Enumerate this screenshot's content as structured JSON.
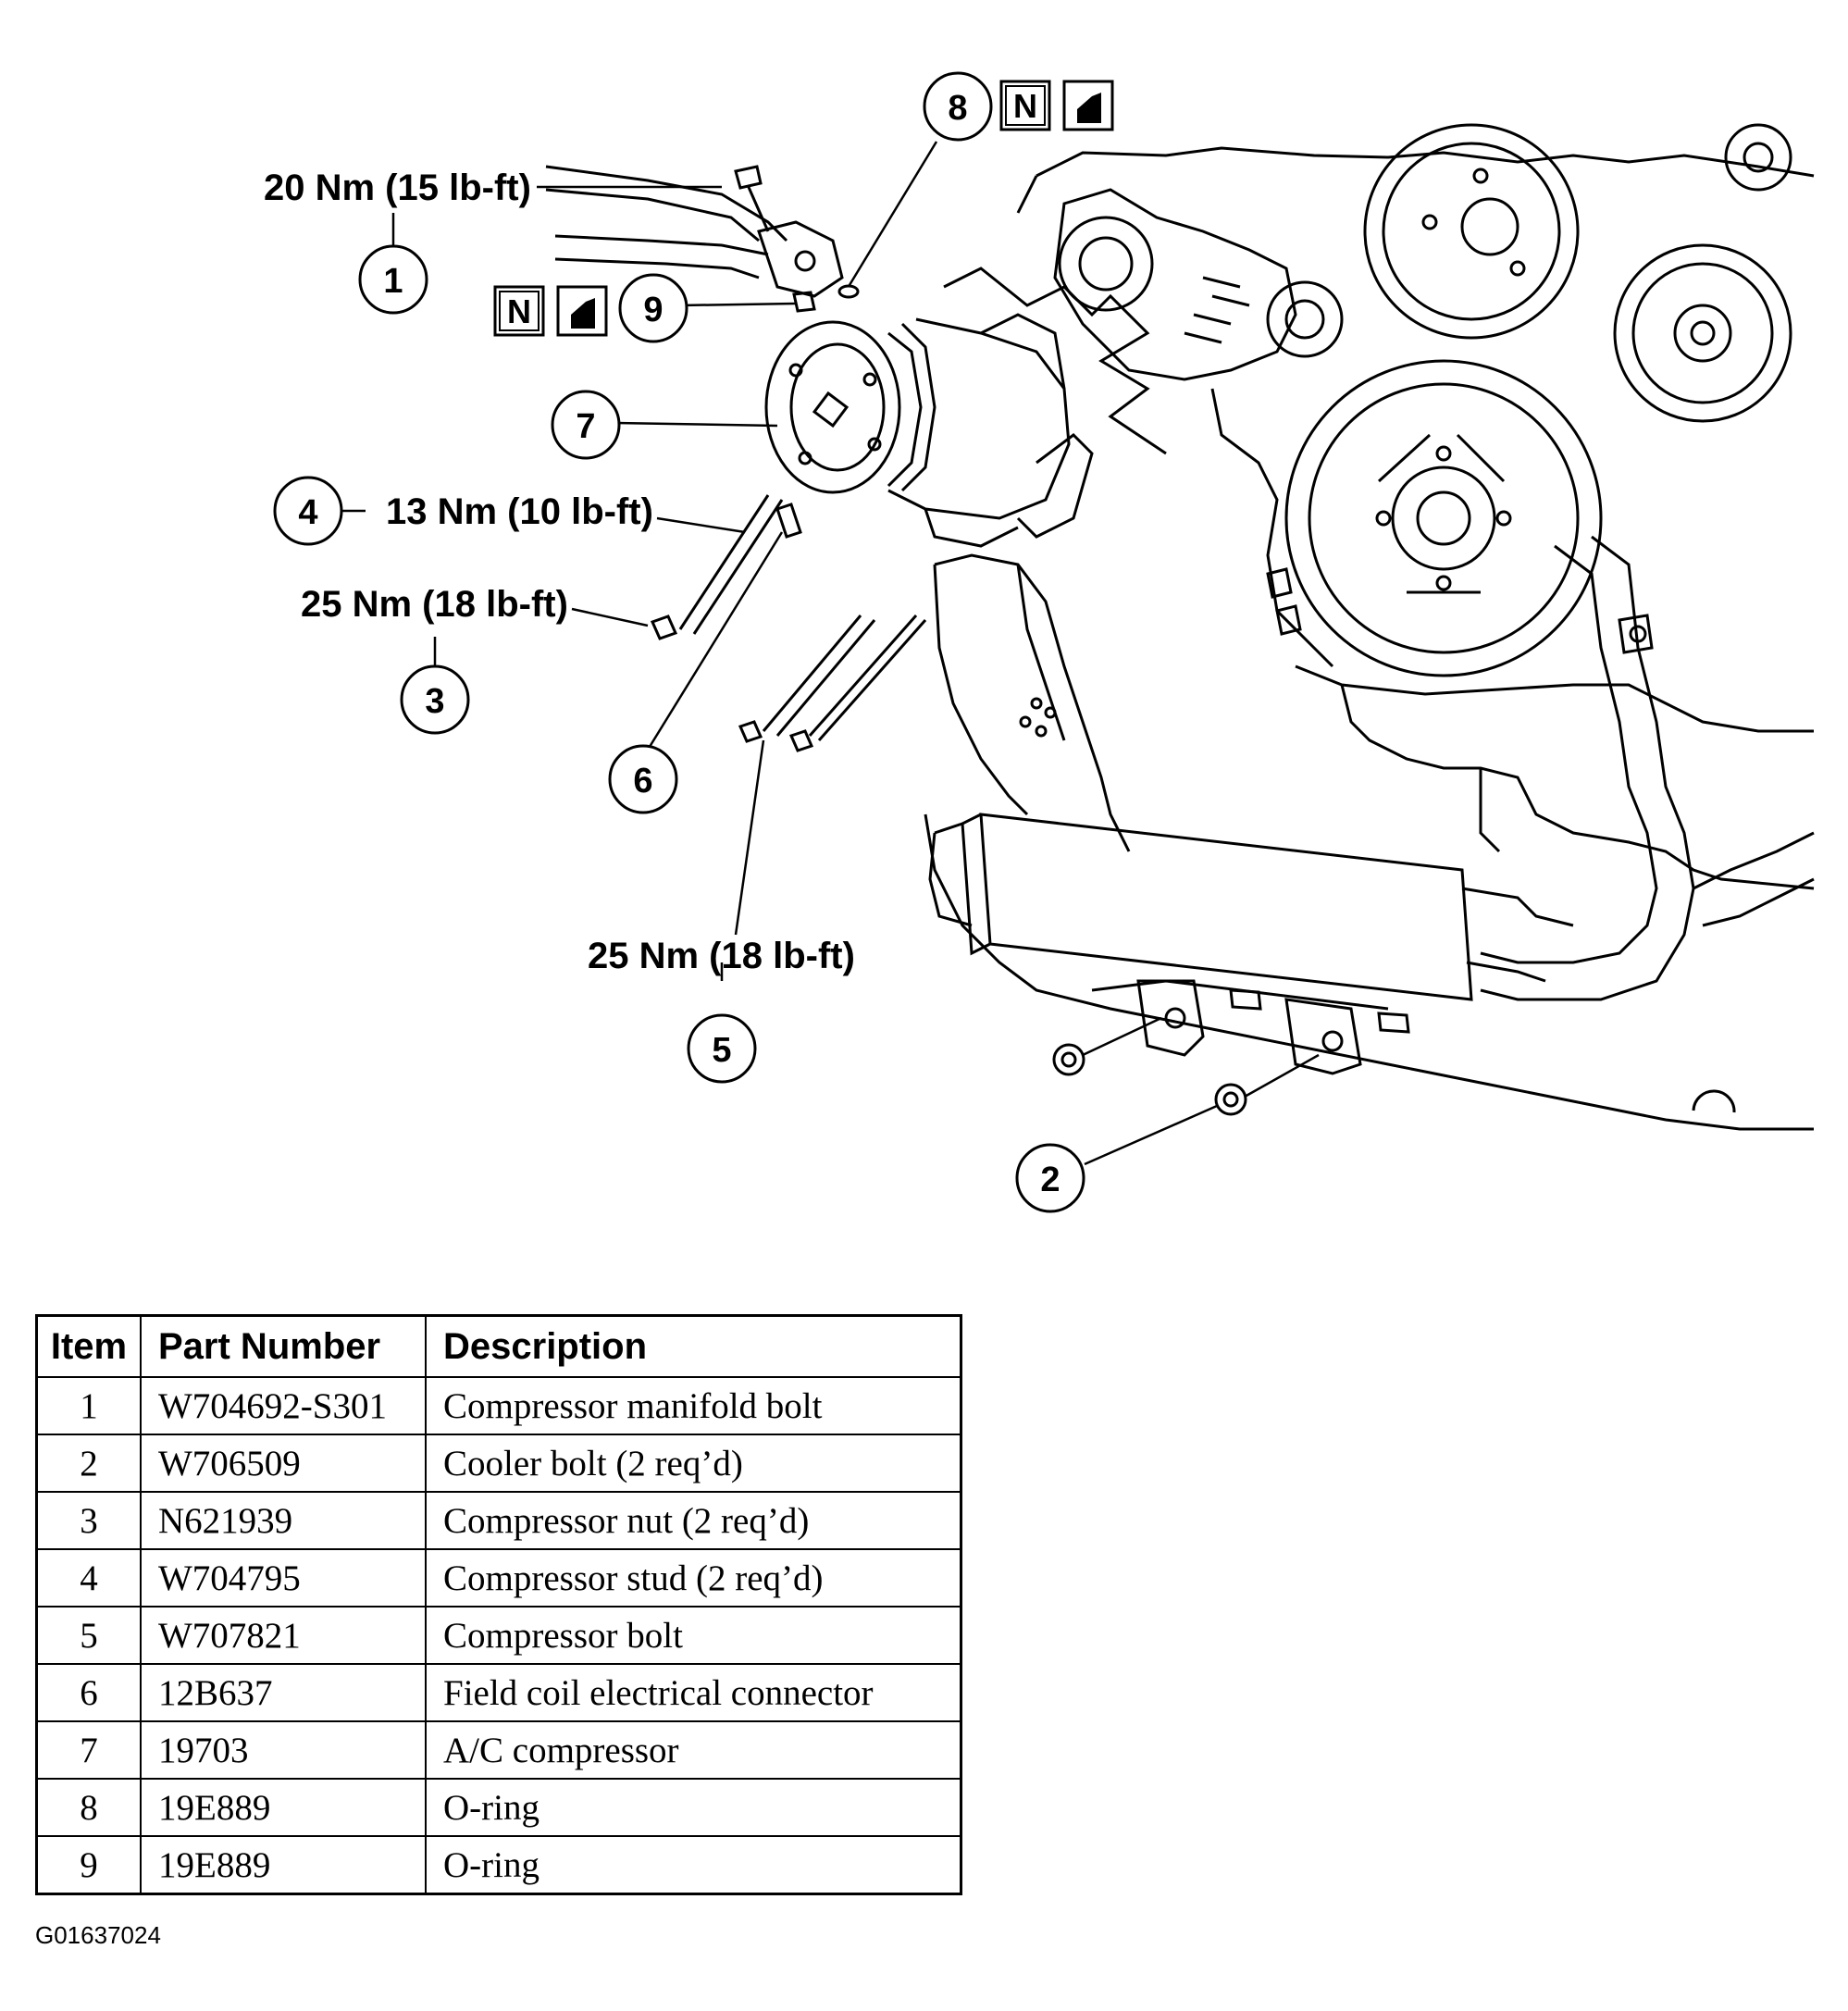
{
  "callouts": [
    {
      "id": "1",
      "torque": "20 Nm (15 lb-ft)"
    },
    {
      "id": "2"
    },
    {
      "id": "3",
      "torque": "25 Nm (18 lb-ft)"
    },
    {
      "id": "4",
      "torque": "13 Nm (10 lb-ft)"
    },
    {
      "id": "5",
      "torque": "25 Nm (18 lb-ft)"
    },
    {
      "id": "6"
    },
    {
      "id": "7"
    },
    {
      "id": "8",
      "symbols": [
        "N",
        "replace-icon"
      ]
    },
    {
      "id": "9",
      "symbols": [
        "N",
        "replace-icon"
      ]
    }
  ],
  "symbol_letter": "N",
  "table": {
    "headers": [
      "Item",
      "Part Number",
      "Description"
    ],
    "rows": [
      {
        "item": "1",
        "part_number": "W704692-S301",
        "description": "Compressor manifold bolt"
      },
      {
        "item": "2",
        "part_number": "W706509",
        "description": "Cooler bolt (2 req’d)"
      },
      {
        "item": "3",
        "part_number": "N621939",
        "description": "Compressor nut (2 req’d)"
      },
      {
        "item": "4",
        "part_number": "W704795",
        "description": "Compressor stud (2 req’d)"
      },
      {
        "item": "5",
        "part_number": "W707821",
        "description": "Compressor bolt"
      },
      {
        "item": "6",
        "part_number": "12B637",
        "description": "Field coil electrical connector"
      },
      {
        "item": "7",
        "part_number": "19703",
        "description": "A/C compressor"
      },
      {
        "item": "8",
        "part_number": "19E889",
        "description": "O-ring"
      },
      {
        "item": "9",
        "part_number": "19E889",
        "description": "O-ring"
      }
    ]
  },
  "figure_code": "G01637024"
}
